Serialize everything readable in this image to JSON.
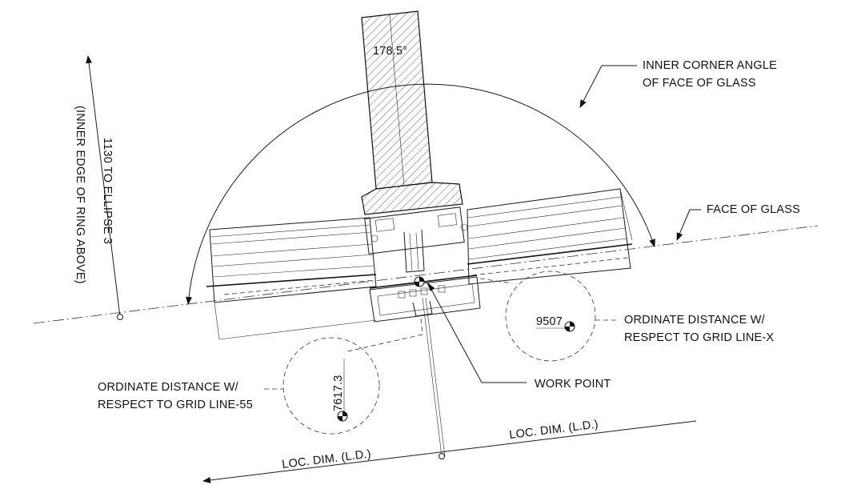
{
  "labels": {
    "angle_value": "178.5°",
    "inner_corner_line1": "INNER CORNER ANGLE",
    "inner_corner_line2": "OF FACE OF GLASS",
    "face_of_glass": "FACE OF GLASS",
    "ellipse_line1": "1130 TO ELLIPSE 3",
    "ellipse_line2": "(INNER EDGE OF RING ABOVE)",
    "ordinate_x_line1": "ORDINATE DISTANCE W/",
    "ordinate_x_line2": "RESPECT TO GRID LINE-X",
    "ordinate_x_value": "9507",
    "ordinate_55_line1": "ORDINATE DISTANCE W/",
    "ordinate_55_line2": "RESPECT TO GRID LINE-55",
    "ordinate_55_value": "7617.3",
    "work_point": "WORK POINT",
    "loc_dim_left": "LOC. DIM. (L.D.)",
    "loc_dim_right": "LOC. DIM. (L.D.)"
  },
  "colors": {
    "line": "#1a1a1a",
    "background": "#ffffff"
  }
}
